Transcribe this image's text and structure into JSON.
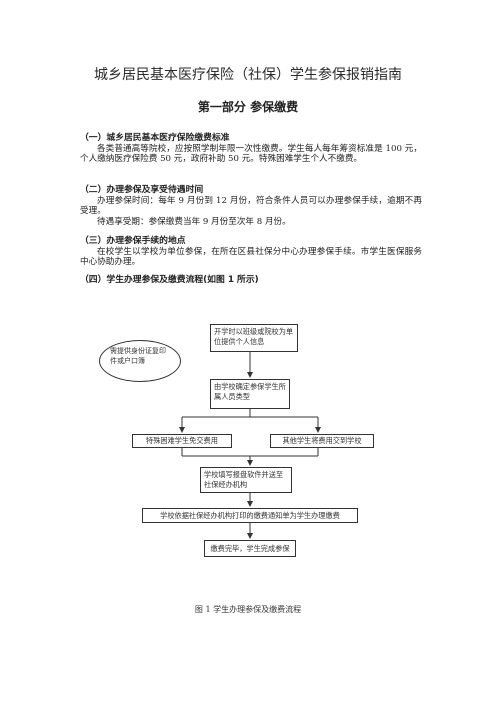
{
  "title": "城乡居民基本医疗保险（社保）学生参保报销指南",
  "part_title": "第一部分  参保缴费",
  "sections": [
    {
      "heading": "（一）城乡居民基本医疗保险缴费标准",
      "paragraphs": [
        "各类普通高等院校，应按照学制年限一次性缴费。学生每人每年筹资标准是 100 元，个人缴纳医疗保险费 50 元，政府补助 50 元。特殊困难学生个人不缴费。"
      ]
    },
    {
      "heading": "（二）办理参保及享受待遇时间",
      "paragraphs": [
        "办理参保时间：每年 9 月份到 12 月份，符合条件人员可以办理参保手续，逾期不再受理。",
        "待遇享受期：参保缴费当年 9 月份至次年 8 月份。"
      ]
    },
    {
      "heading": "（三）办理参保手续的地点",
      "paragraphs": [
        "在校学生以学校为单位参保，在所在区县社保分中心办理参保手续。市学生医保服务中心协助办理。"
      ]
    },
    {
      "heading": "（四）学生办理参保及缴费流程(如图 1 所示)",
      "paragraphs": []
    }
  ],
  "flowchart": {
    "step1": "开学时以班级或院校为单位提供个人信息",
    "side_note": "需提供身份证复印件或户口簿",
    "step2": "由学校确定参保学生所属人员类型",
    "branch_left": "特殊困难学生免交费用",
    "branch_right": "其他学生将费用交到学校",
    "step3": "学校填写报盘软件并送至社保经办机构",
    "step4": "学校依据社保经办机构打印的缴费通知单为学生办理缴费",
    "step5": "缴费完毕，学生完成参保"
  },
  "caption": "图 1    学生办理参保及缴费流程"
}
